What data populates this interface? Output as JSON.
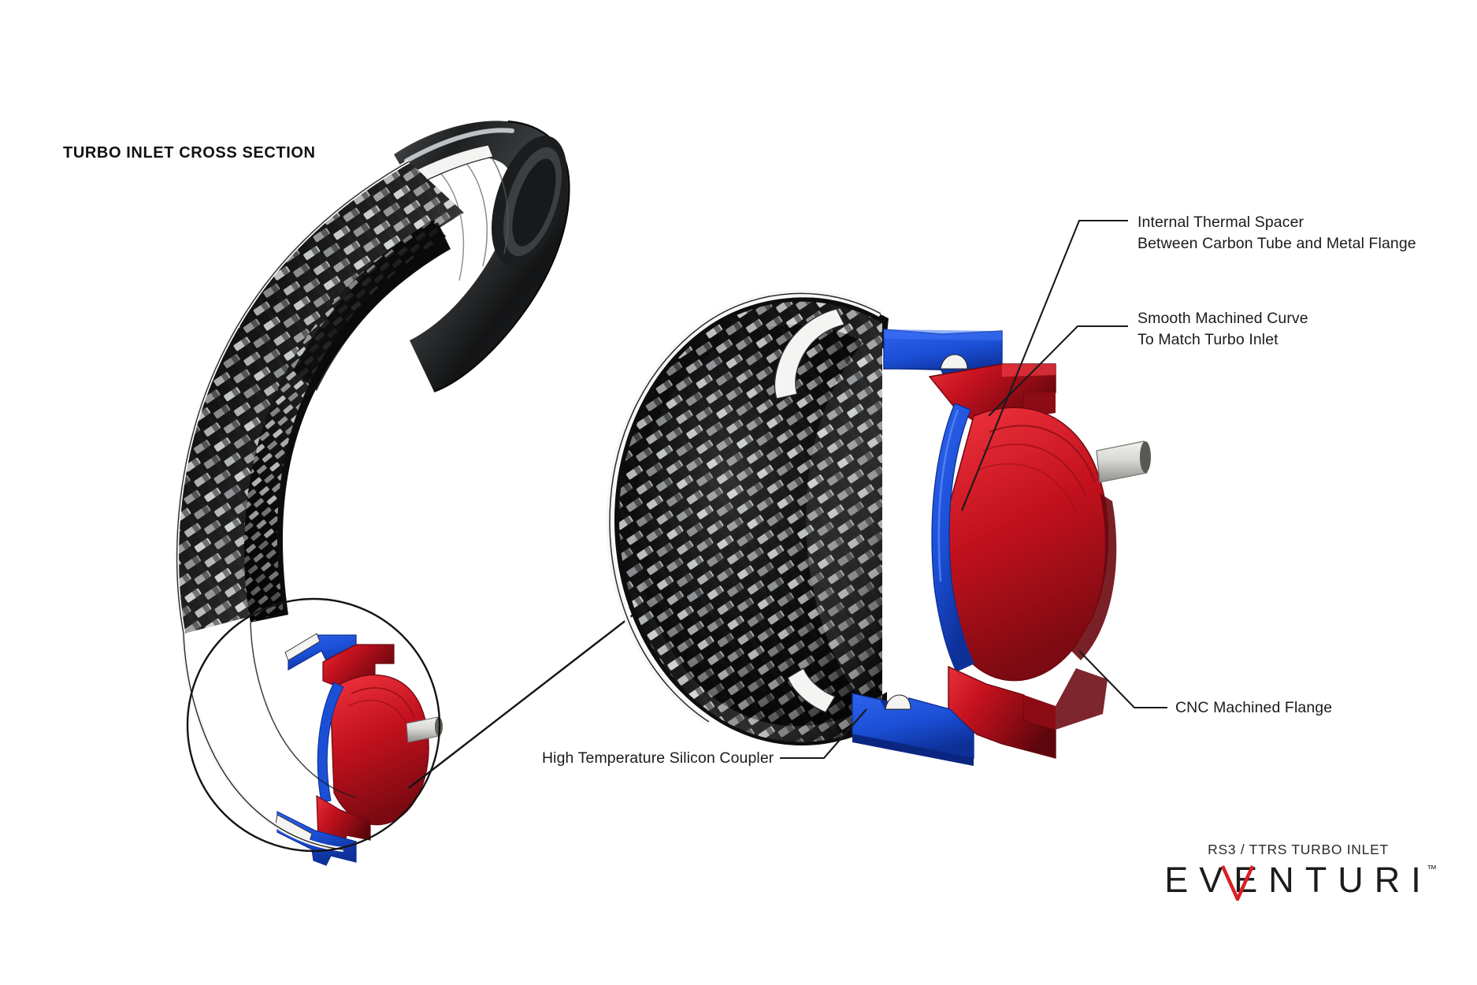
{
  "page": {
    "title": "TURBO INLET CROSS SECTION",
    "background": "#ffffff"
  },
  "colors": {
    "flange_red": "#c6121f",
    "coupler_blue": "#1b4fd6",
    "spacer_white": "#f4f4f2",
    "carbon_dark": "#121212",
    "carbon_light": "#b9bcbd",
    "leader_line": "#1a1a1a",
    "brand_accent": "#d81f24",
    "text": "#1b1b1b"
  },
  "annotations": [
    {
      "id": "internal-thermal-spacer",
      "line1": "Internal Thermal Spacer",
      "line2": "Between Carbon Tube and Metal Flange"
    },
    {
      "id": "smooth-machined-curve",
      "line1": "Smooth Machined Curve",
      "line2": "To Match Turbo Inlet"
    },
    {
      "id": "cnc-machined-flange",
      "line1": "CNC Machined Flange",
      "line2": ""
    },
    {
      "id": "high-temperature-silicon-coupler",
      "line1": "High Temperature Silicon Coupler",
      "line2": ""
    }
  ],
  "brand": {
    "product": "RS3 / TTRS TURBO INLET",
    "name": "EVENTURI",
    "trademark": "™"
  },
  "views": {
    "left": {
      "name": "full-assembly-cross-section"
    },
    "right": {
      "name": "flange-detail-cross-section"
    }
  }
}
